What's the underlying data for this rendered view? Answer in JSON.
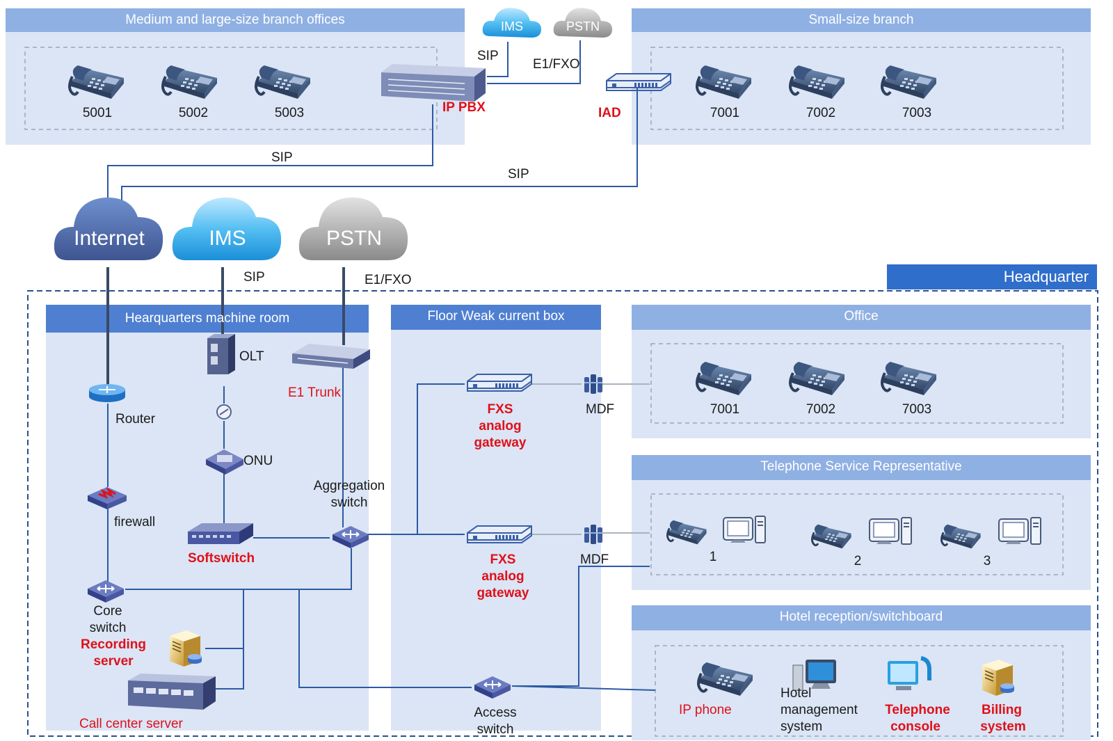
{
  "regions": {
    "medium_large": "Medium and large-size branch offices",
    "small": "Small-size branch",
    "headquarter": "Headquarter",
    "machine_room": "Hearquarters machine room",
    "floor_box": "Floor Weak current box",
    "office": "Office",
    "tsr": "Telephone Service Representative",
    "hotel": "Hotel reception/switchboard"
  },
  "clouds": {
    "top_ims": "IMS",
    "top_pstn": "PSTN",
    "internet": "Internet",
    "ims": "IMS",
    "pstn": "PSTN"
  },
  "protocols": {
    "sip_top": "SIP",
    "e1fxo_top": "E1/FXO",
    "sip_branch": "SIP",
    "sip_small": "SIP",
    "sip_hq": "SIP",
    "e1fxo_hq": "E1/FXO"
  },
  "branch_phones": [
    "5001",
    "5002",
    "5003"
  ],
  "small_phones": [
    "7001",
    "7002",
    "7003"
  ],
  "office_phones": [
    "7001",
    "7002",
    "7003"
  ],
  "tsr_seats": [
    "1",
    "2",
    "3"
  ],
  "devices": {
    "ip_pbx": "IP PBX",
    "iad": "IAD",
    "olt": "OLT",
    "onu": "ONU",
    "e1_trunk": "E1 Trunk",
    "router": "Router",
    "firewall": "firewall",
    "softswitch": "Softswitch",
    "aggregation_line1": "Aggregation",
    "aggregation_line2": "switch",
    "core_line1": "Core",
    "core_line2": "switch",
    "recording_line1": "Recording",
    "recording_line2": "server",
    "call_center": "Call center server",
    "fxs1_l1": "FXS",
    "fxs1_l2": "analog",
    "fxs1_l3": "gateway",
    "fxs2_l1": "FXS",
    "fxs2_l2": "analog",
    "fxs2_l3": "gateway",
    "mdf1": "MDF",
    "mdf2": "MDF",
    "access_line1": "Access",
    "access_line2": "switch",
    "ip_phone": "IP phone",
    "hotel_l1": "Hotel",
    "hotel_l2": "management",
    "hotel_l3": "system",
    "console_l1": "Telephone",
    "console_l2": "console",
    "billing_l1": "Billing",
    "billing_l2": "system"
  },
  "colors": {
    "panel_fill": "#dbe5f5",
    "title_bar": "#8fb0e3",
    "title_bar_dark": "#4f7fd1",
    "headquarter_bar": "#2f6ecb",
    "link": "#2b5aa3",
    "uplink": "#3a4a66",
    "accent_red": "#e0101a"
  }
}
